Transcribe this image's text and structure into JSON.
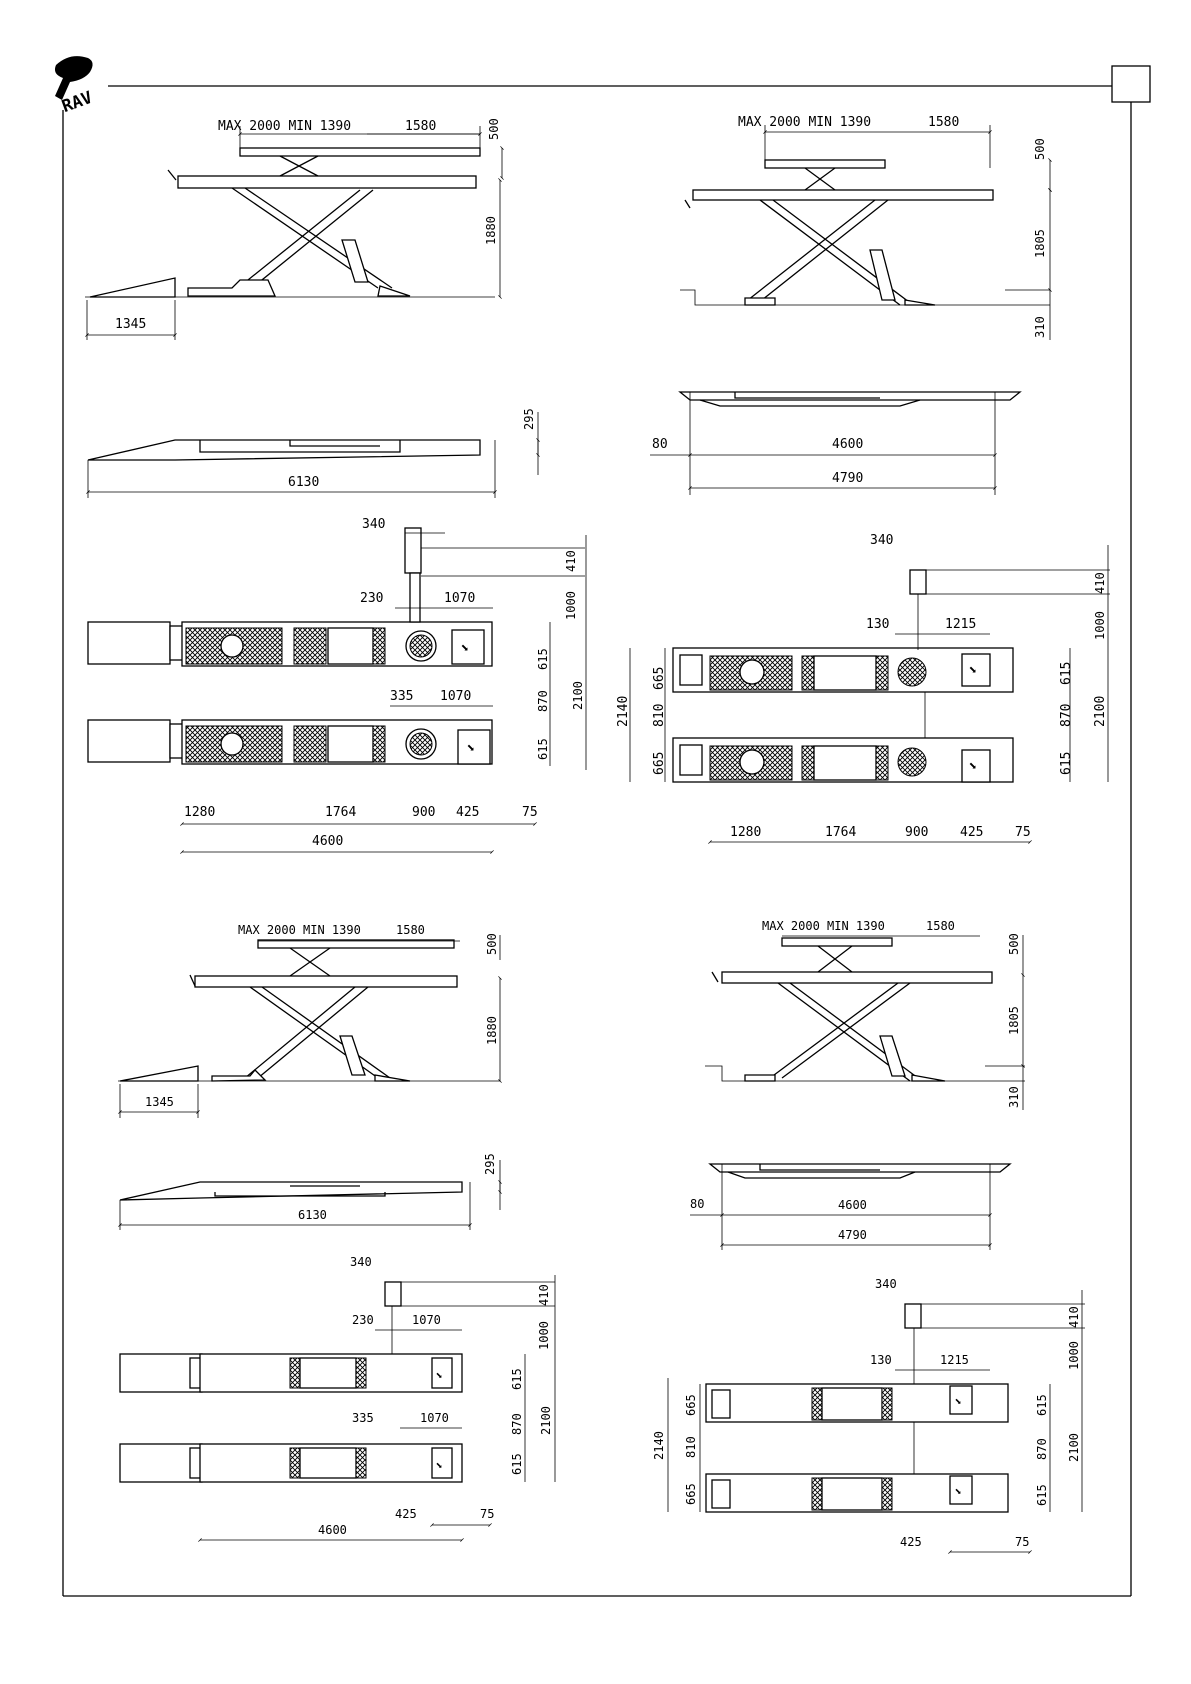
{
  "logo": {
    "text": "RAV"
  },
  "panels": [
    {
      "id": "side-a",
      "max_min": "MAX  2000  MIN  1390",
      "dims": [
        "1580",
        "500",
        "1880",
        "1345"
      ]
    },
    {
      "id": "side-b",
      "max_min": "MAX  2000  MIN  1390",
      "dims": [
        "1580",
        "500",
        "1805",
        "310"
      ]
    },
    {
      "id": "len-a",
      "dims": [
        "295",
        "6130"
      ]
    },
    {
      "id": "len-b",
      "dims": [
        "80",
        "4600",
        "4790"
      ]
    },
    {
      "id": "plan-a",
      "dims": [
        "340",
        "410",
        "230",
        "1070",
        "1000",
        "615",
        "335",
        "1070",
        "870",
        "2100",
        "615",
        "1280",
        "1764",
        "900",
        "425",
        "75",
        "4600"
      ]
    },
    {
      "id": "plan-b",
      "dims": [
        "340",
        "410",
        "130",
        "1215",
        "1000",
        "665",
        "615",
        "2140",
        "810",
        "870",
        "2100",
        "665",
        "615",
        "1280",
        "1764",
        "900",
        "425",
        "75"
      ]
    },
    {
      "id": "side-c",
      "max_min": "MAX  2000  MIN  1390",
      "dims": [
        "1580",
        "500",
        "1880",
        "1345"
      ]
    },
    {
      "id": "side-d",
      "max_min": "MAX  2000  MIN  1390",
      "dims": [
        "1580",
        "500",
        "1805",
        "310"
      ]
    },
    {
      "id": "len-c",
      "dims": [
        "295",
        "6130"
      ]
    },
    {
      "id": "len-d",
      "dims": [
        "80",
        "4600",
        "4790"
      ]
    },
    {
      "id": "plan-c",
      "dims": [
        "340",
        "410",
        "230",
        "1070",
        "1000",
        "615",
        "335",
        "1070",
        "870",
        "2100",
        "615",
        "425",
        "75",
        "4600"
      ]
    },
    {
      "id": "plan-d",
      "dims": [
        "340",
        "410",
        "130",
        "1215",
        "1000",
        "665",
        "615",
        "2140",
        "810",
        "870",
        "2100",
        "665",
        "615",
        "425",
        "75"
      ]
    }
  ]
}
